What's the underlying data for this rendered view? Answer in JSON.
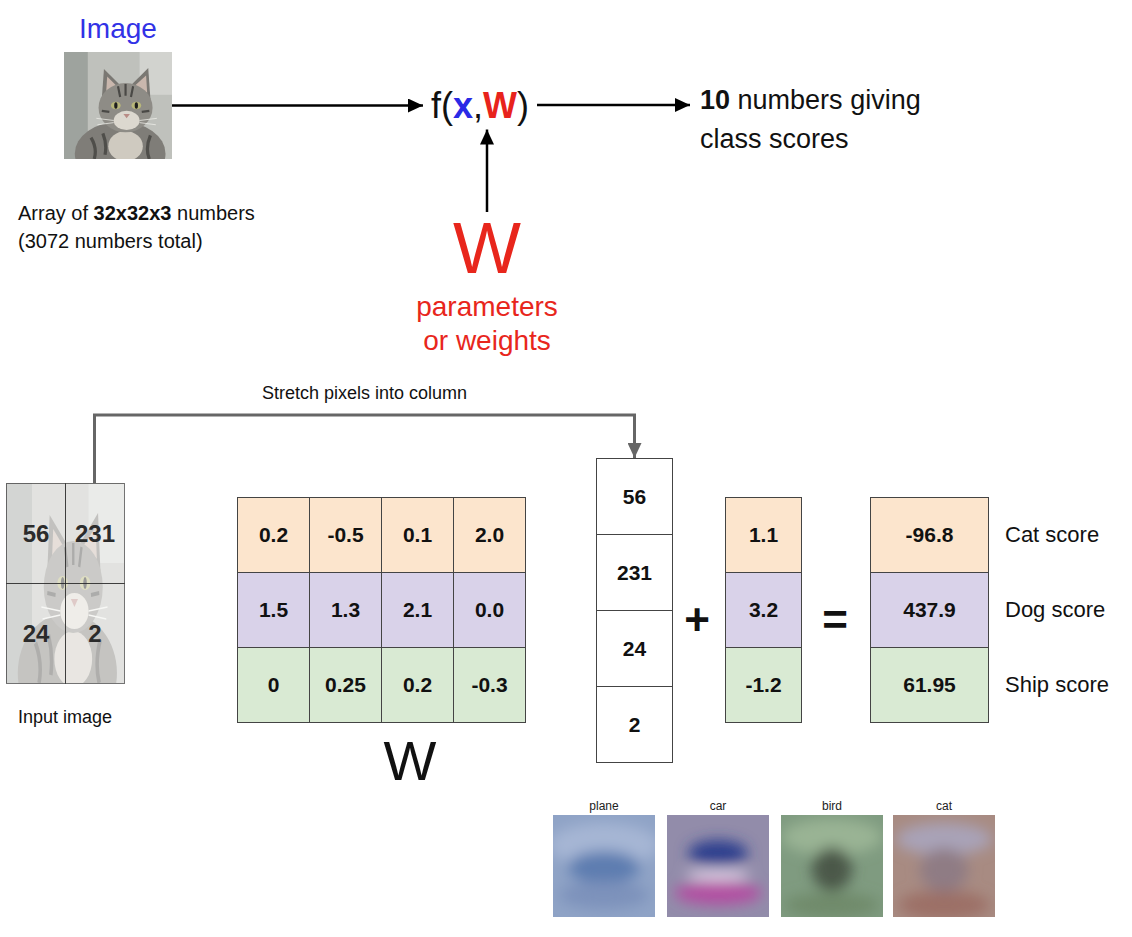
{
  "diagram": {
    "nodes": [
      {
        "text": [
          "Image",
          "Array of 32x32x3 numbers (3072 numbers total)"
        ]
      },
      {
        "text": [
          "f(x,W)"
        ]
      },
      {
        "text": [
          "10 numbers giving class scores"
        ]
      },
      {
        "text": [
          "W",
          "parameters or weights"
        ]
      },
      {
        "text": [
          "Input image"
        ]
      },
      {
        "text": [
          "56"
        ],
        "in": 4
      },
      {
        "text": [
          "231"
        ],
        "in": 4
      },
      {
        "text": [
          "24"
        ],
        "in": 4
      },
      {
        "text": [
          "2"
        ],
        "in": 4
      },
      {
        "text": [
          "W"
        ]
      },
      {
        "text": [
          "0.2"
        ],
        "in": 9
      },
      {
        "text": [
          "-0.5"
        ],
        "in": 9
      },
      {
        "text": [
          "0.1"
        ],
        "in": 9
      },
      {
        "text": [
          "2.0"
        ],
        "in": 9
      },
      {
        "text": [
          "1.5"
        ],
        "in": 9
      },
      {
        "text": [
          "1.3"
        ],
        "in": 9
      },
      {
        "text": [
          "2.1"
        ],
        "in": 9
      },
      {
        "text": [
          "0.0"
        ],
        "in": 9
      },
      {
        "text": [
          "0"
        ],
        "in": 9
      },
      {
        "text": [
          "0.25"
        ],
        "in": 9
      },
      {
        "text": [
          "0.2"
        ],
        "in": 9
      },
      {
        "text": [
          "-0.3"
        ],
        "in": 9
      },
      {
        "text": [
          "56"
        ]
      },
      {
        "text": [
          "231"
        ]
      },
      {
        "text": [
          "24"
        ]
      },
      {
        "text": [
          "2"
        ]
      },
      {
        "text": [
          "1.1"
        ]
      },
      {
        "text": [
          "3.2"
        ]
      },
      {
        "text": [
          "-1.2"
        ]
      },
      {
        "text": [
          "-96.8",
          "Cat score"
        ]
      },
      {
        "text": [
          "437.9",
          "Dog score"
        ]
      },
      {
        "text": [
          "61.95",
          "Ship score"
        ]
      }
    ],
    "edges": [
      {
        "from": 0,
        "to": 1,
        "arrow": "to"
      },
      {
        "from": 3,
        "to": 1,
        "arrow": "to"
      },
      {
        "from": 1,
        "to": 2,
        "arrow": "to"
      },
      {
        "from": 4,
        "to": 22,
        "label": "Stretch pixels into column",
        "arrow": "to"
      }
    ],
    "labels": [
      "+",
      "=",
      "plane",
      "car",
      "bird",
      "cat"
    ]
  }
}
